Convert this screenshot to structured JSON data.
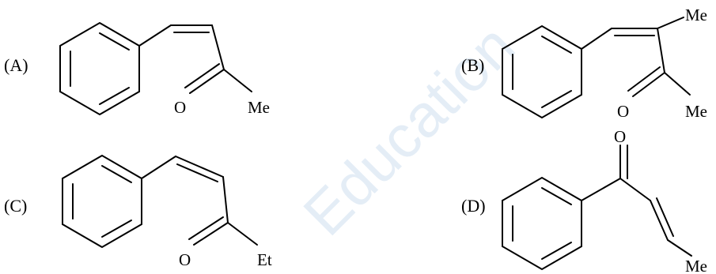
{
  "watermark": "Education",
  "options": [
    {
      "label": "(A)",
      "atoms": {
        "o": "O",
        "me": "Me"
      }
    },
    {
      "label": "(B)",
      "atoms": {
        "o": "O",
        "me1": "Me",
        "me2": "Me"
      }
    },
    {
      "label": "(C)",
      "atoms": {
        "o": "O",
        "et": "Et"
      }
    },
    {
      "label": "(D)",
      "atoms": {
        "o": "O",
        "me": "Me"
      }
    }
  ]
}
